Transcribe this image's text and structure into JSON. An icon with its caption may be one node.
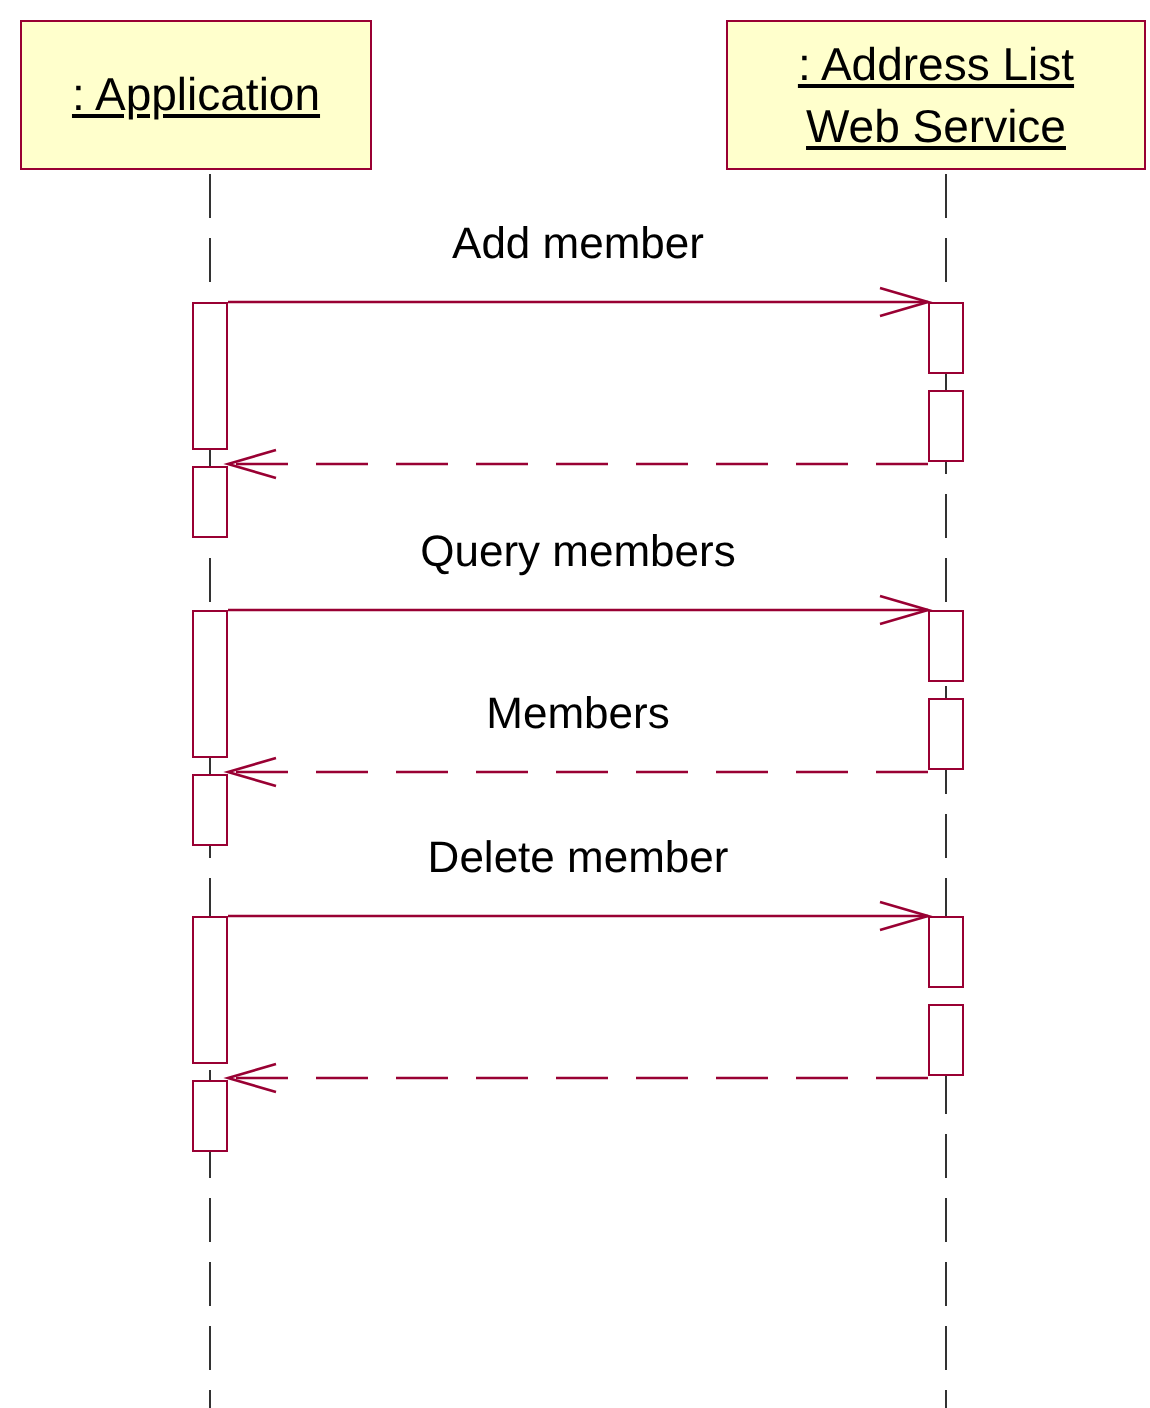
{
  "diagram": {
    "nodes": [
      {
        "text": [
          ": Application"
        ]
      },
      {
        "text": [
          ": Address List Web Service"
        ]
      },
      {
        "text": [],
        "shape": "bar"
      },
      {
        "text": [],
        "shape": "bar"
      },
      {
        "text": [],
        "shape": "bar"
      },
      {
        "text": [],
        "shape": "bar"
      },
      {
        "text": [],
        "shape": "bar"
      },
      {
        "text": [],
        "shape": "bar"
      },
      {
        "text": [],
        "shape": "bar"
      },
      {
        "text": [],
        "shape": "bar"
      },
      {
        "text": [],
        "shape": "bar"
      },
      {
        "text": [],
        "shape": "bar"
      },
      {
        "text": [],
        "shape": "bar"
      },
      {
        "text": [],
        "shape": "bar"
      }
    ],
    "edges": [
      {
        "from": 2,
        "to": 3,
        "arrow": "to",
        "label": "Add member"
      },
      {
        "from": 4,
        "to": 5,
        "arrow": "to",
        "style": "dashed"
      },
      {
        "from": 6,
        "to": 7,
        "arrow": "to",
        "label": "Query members"
      },
      {
        "from": 8,
        "to": 9,
        "arrow": "to",
        "style": "dashed",
        "label": "Members"
      },
      {
        "from": 10,
        "to": 11,
        "arrow": "to",
        "label": "Delete member"
      },
      {
        "from": 12,
        "to": 13,
        "arrow": "to",
        "style": "dashed"
      }
    ]
  }
}
